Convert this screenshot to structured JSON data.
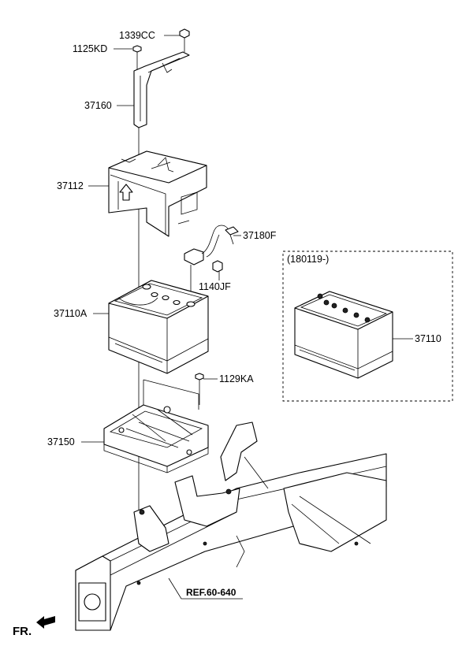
{
  "labels": {
    "p1339CC": "1339CC",
    "p1125KD": "1125KD",
    "p37160": "37160",
    "p37112": "37112",
    "p37180F": "37180F",
    "p1140JF": "1140JF",
    "p37110A": "37110A",
    "p1129KA": "1129KA",
    "p37150": "37150",
    "p37110": "37110",
    "date_range": "(180119-)",
    "ref": "REF.60-640",
    "front": "FR."
  }
}
